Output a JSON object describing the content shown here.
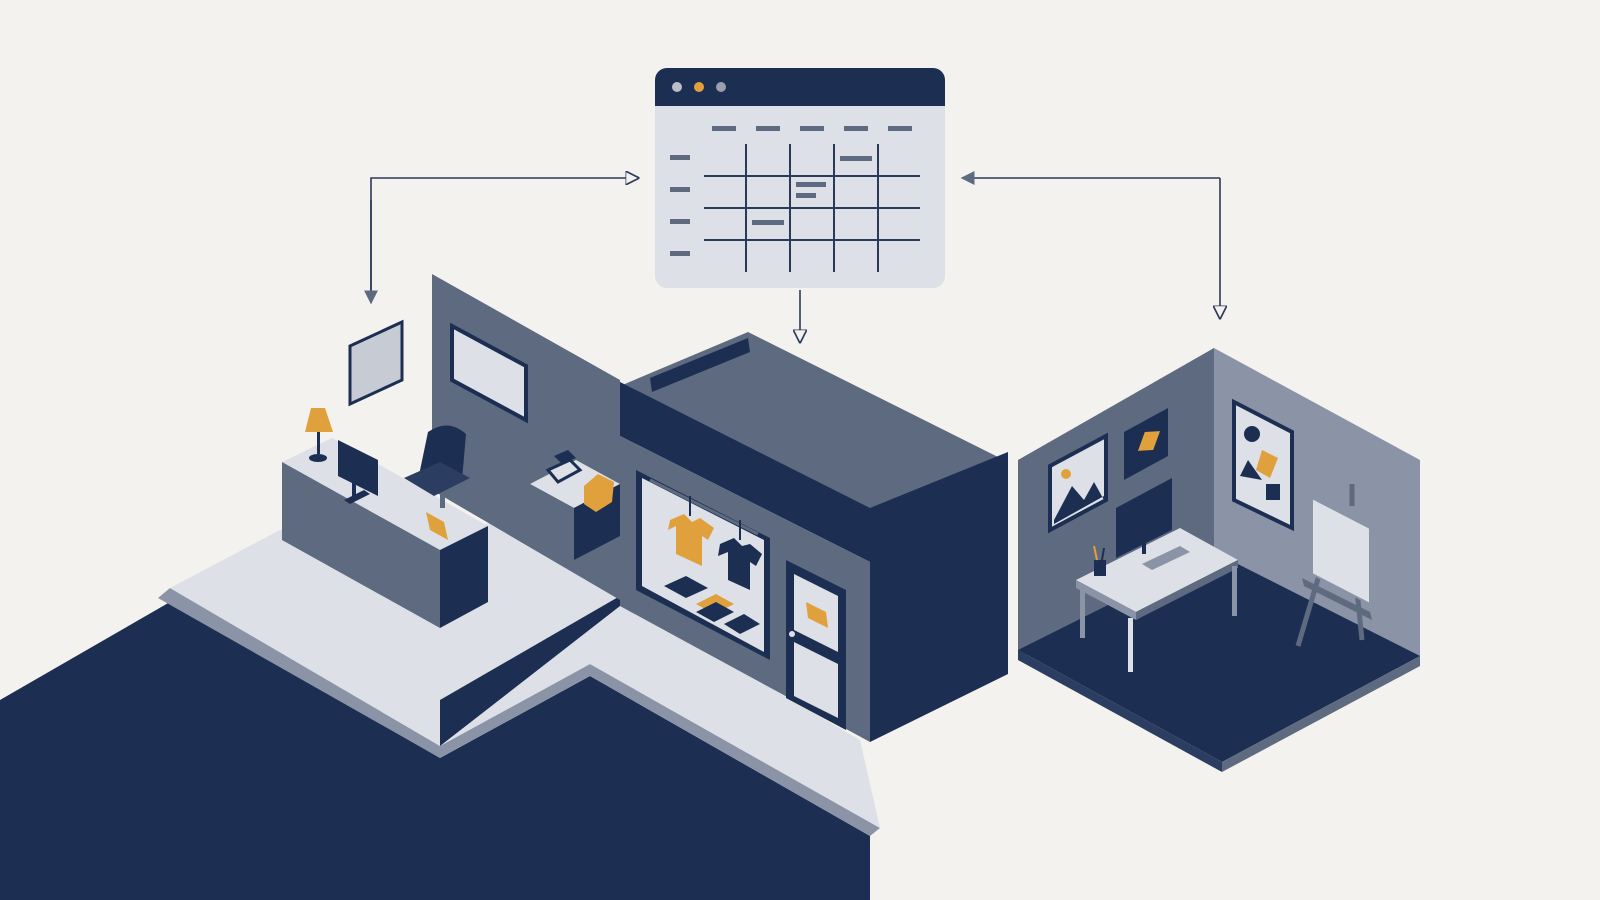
{
  "diagram": {
    "nodes": [
      {
        "id": "schedule-window",
        "kind": "calendar-window",
        "window_dots": [
          "#b9bec8",
          "#e0a13c",
          "#9aa0ab"
        ]
      },
      {
        "id": "office",
        "kind": "isometric-room"
      },
      {
        "id": "storefront",
        "kind": "isometric-shop"
      },
      {
        "id": "studio",
        "kind": "isometric-room"
      }
    ],
    "edges": [
      {
        "from": "office",
        "to": "schedule-window",
        "bidirectional": true
      },
      {
        "from": "schedule-window",
        "to": "storefront",
        "bidirectional": false
      },
      {
        "from": "studio",
        "to": "schedule-window",
        "bidirectional": true
      }
    ]
  },
  "icons": [
    "lamp-icon",
    "monitor-icon",
    "office-chair-icon",
    "cash-register-icon",
    "tshirt-icon",
    "easel-icon",
    "pencil-cup-icon",
    "landscape-picture-icon",
    "abstract-art-icon"
  ],
  "colors": {
    "background": "#f4f2ee",
    "navy": "#1c2e52",
    "slate": "#5e6a80",
    "slate_light": "#8b94a6",
    "panel": "#dde0e6",
    "accent": "#e0a13c",
    "line": "#2b3a5a"
  }
}
